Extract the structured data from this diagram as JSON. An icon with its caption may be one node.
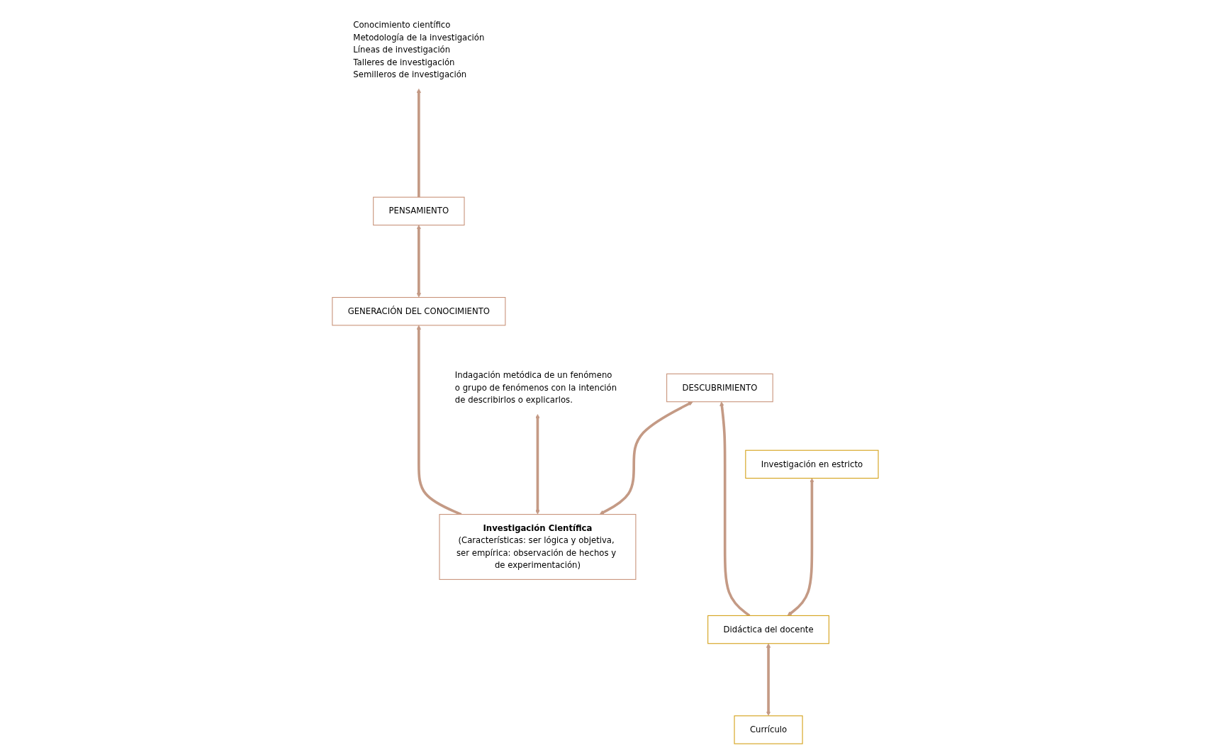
{
  "diagram": {
    "nodes": [
      {
        "text": [
          "GENERACIÓN DEL CONOCIMIENTO"
        ]
      },
      {
        "text": [
          "PENSAMIENTO"
        ]
      },
      {
        "text": [
          "Investigación Científica",
          "(Características: ser lógica y objetiva, ser empírica: observación de hechos y de experimentación)"
        ]
      },
      {
        "text": [
          "Indagación metódica de un fenómeno o grupo de fenómenos con la intención de describirlos o explicarlos."
        ]
      },
      {
        "text": [
          "Conocimiento científico",
          "Metodología de la investigación",
          "Líneas de investigación",
          "Talleres de investigación",
          "Semilleros de investigación"
        ]
      },
      {
        "text": [
          "DESCUBRIMIENTO"
        ]
      },
      {
        "text": [
          "Currículo"
        ]
      },
      {
        "text": [
          "Didáctica del docente"
        ]
      },
      {
        "text": [
          "Investigación en estricto"
        ]
      }
    ],
    "edges": [
      {
        "from": 0,
        "to": 1,
        "arrow": "both"
      },
      {
        "from": 1,
        "to": 4,
        "arrow": "to"
      },
      {
        "from": 2,
        "to": 0,
        "arrow": "to"
      },
      {
        "from": 2,
        "to": 3,
        "arrow": "both"
      },
      {
        "from": 2,
        "to": 5,
        "arrow": "both"
      },
      {
        "from": 7,
        "to": 5,
        "arrow": "to"
      },
      {
        "from": 6,
        "to": 7,
        "arrow": "both"
      },
      {
        "from": 7,
        "to": 8,
        "arrow": "both"
      }
    ]
  }
}
